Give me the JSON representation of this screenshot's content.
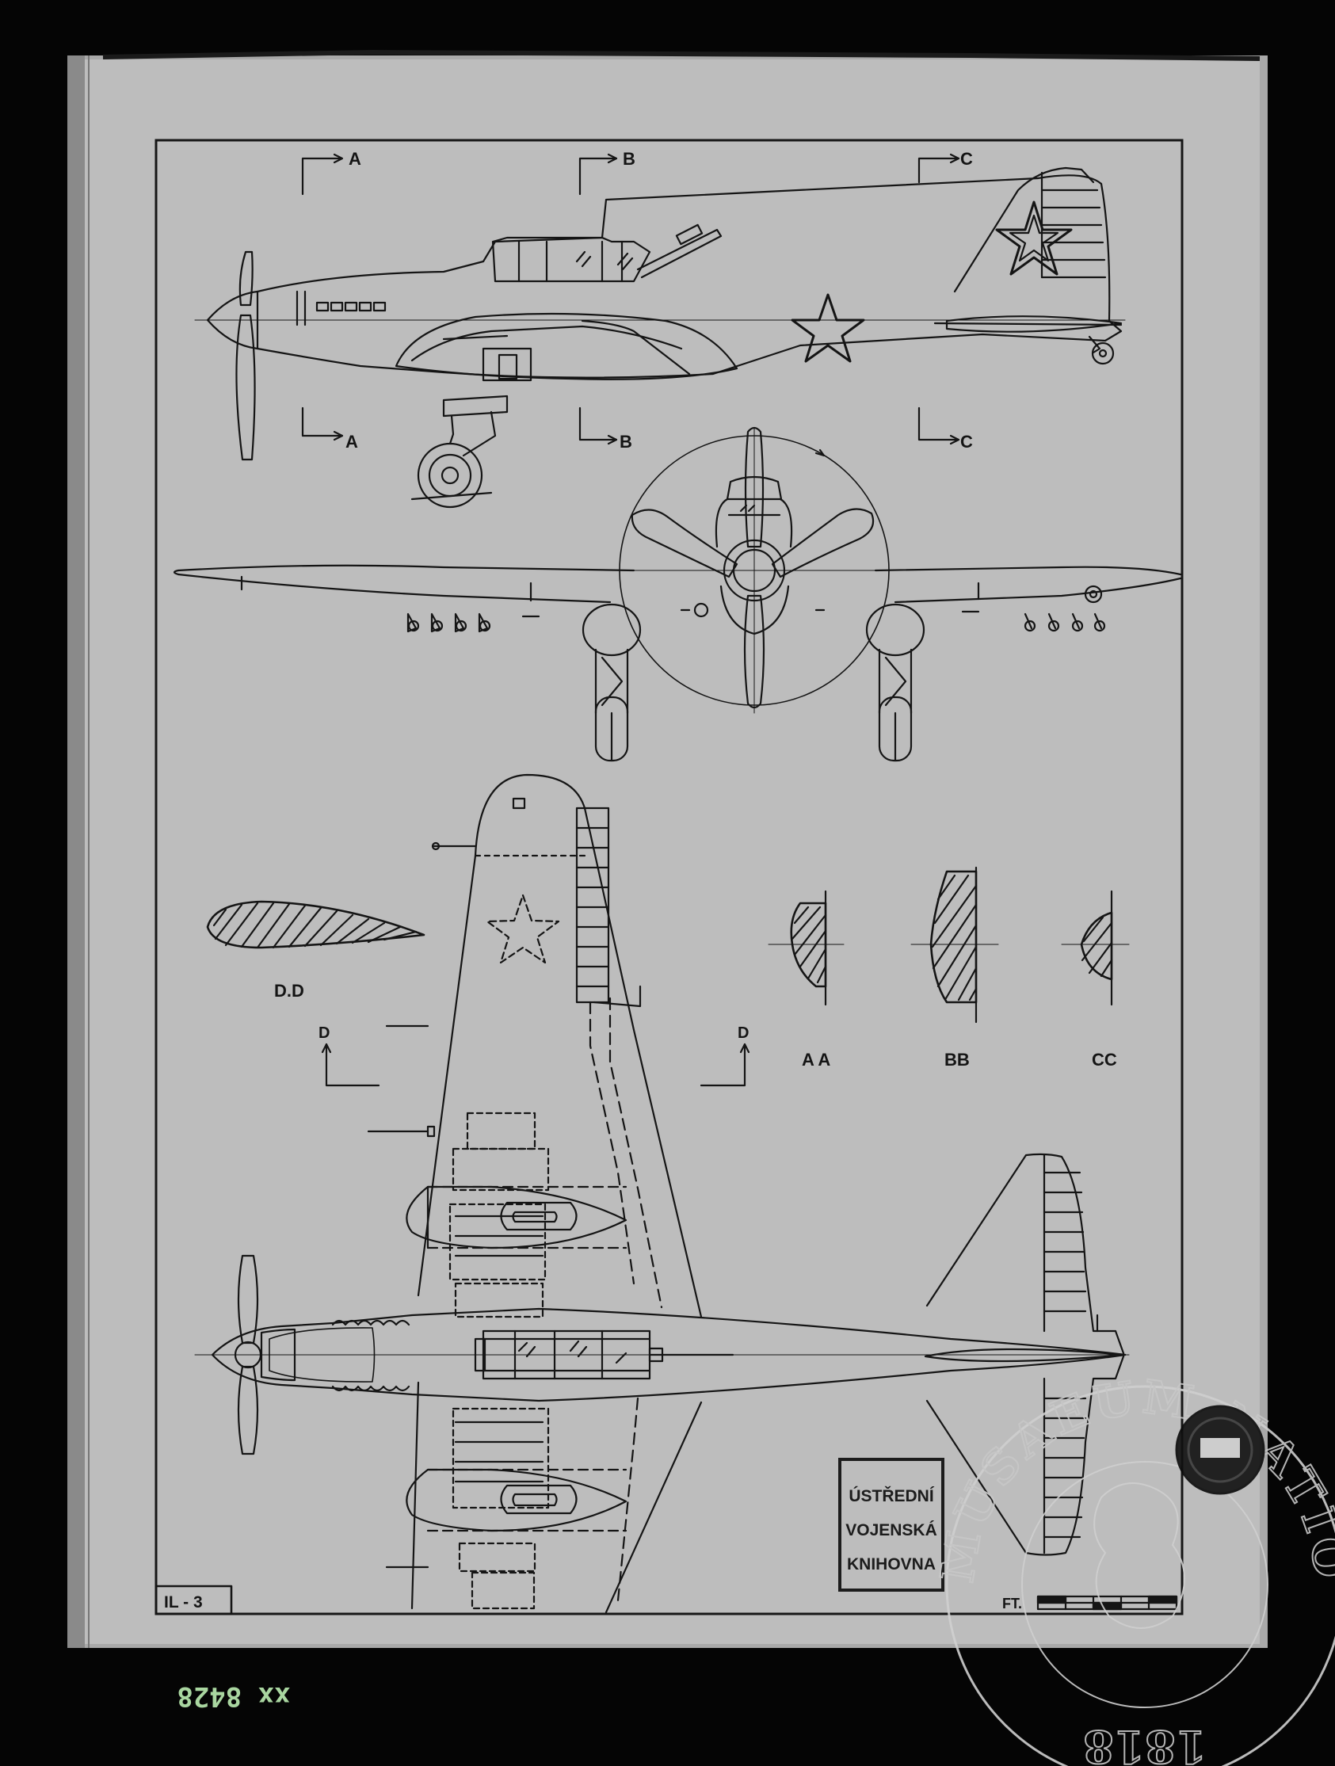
{
  "section_markers": {
    "a": "A",
    "b": "B",
    "c": "C",
    "d": "D"
  },
  "section_labels": {
    "dd": "D.D",
    "aa": "A A",
    "bb": "BB",
    "cc": "CC"
  },
  "plate_id": "IL - 3",
  "scale_label": "FT.",
  "library_stamp": {
    "line1": "ÚSTŘEDNÍ",
    "line2": "VOJENSKÁ",
    "line3": "KNIHOVNA"
  },
  "museum_seal": {
    "text": "MUSAEUM NATIONALE",
    "year": "1818"
  },
  "negative_code": "xx 8428",
  "colors": {
    "paper": "#bdbdbd",
    "ink": "#151515",
    "frame": "#050505"
  }
}
